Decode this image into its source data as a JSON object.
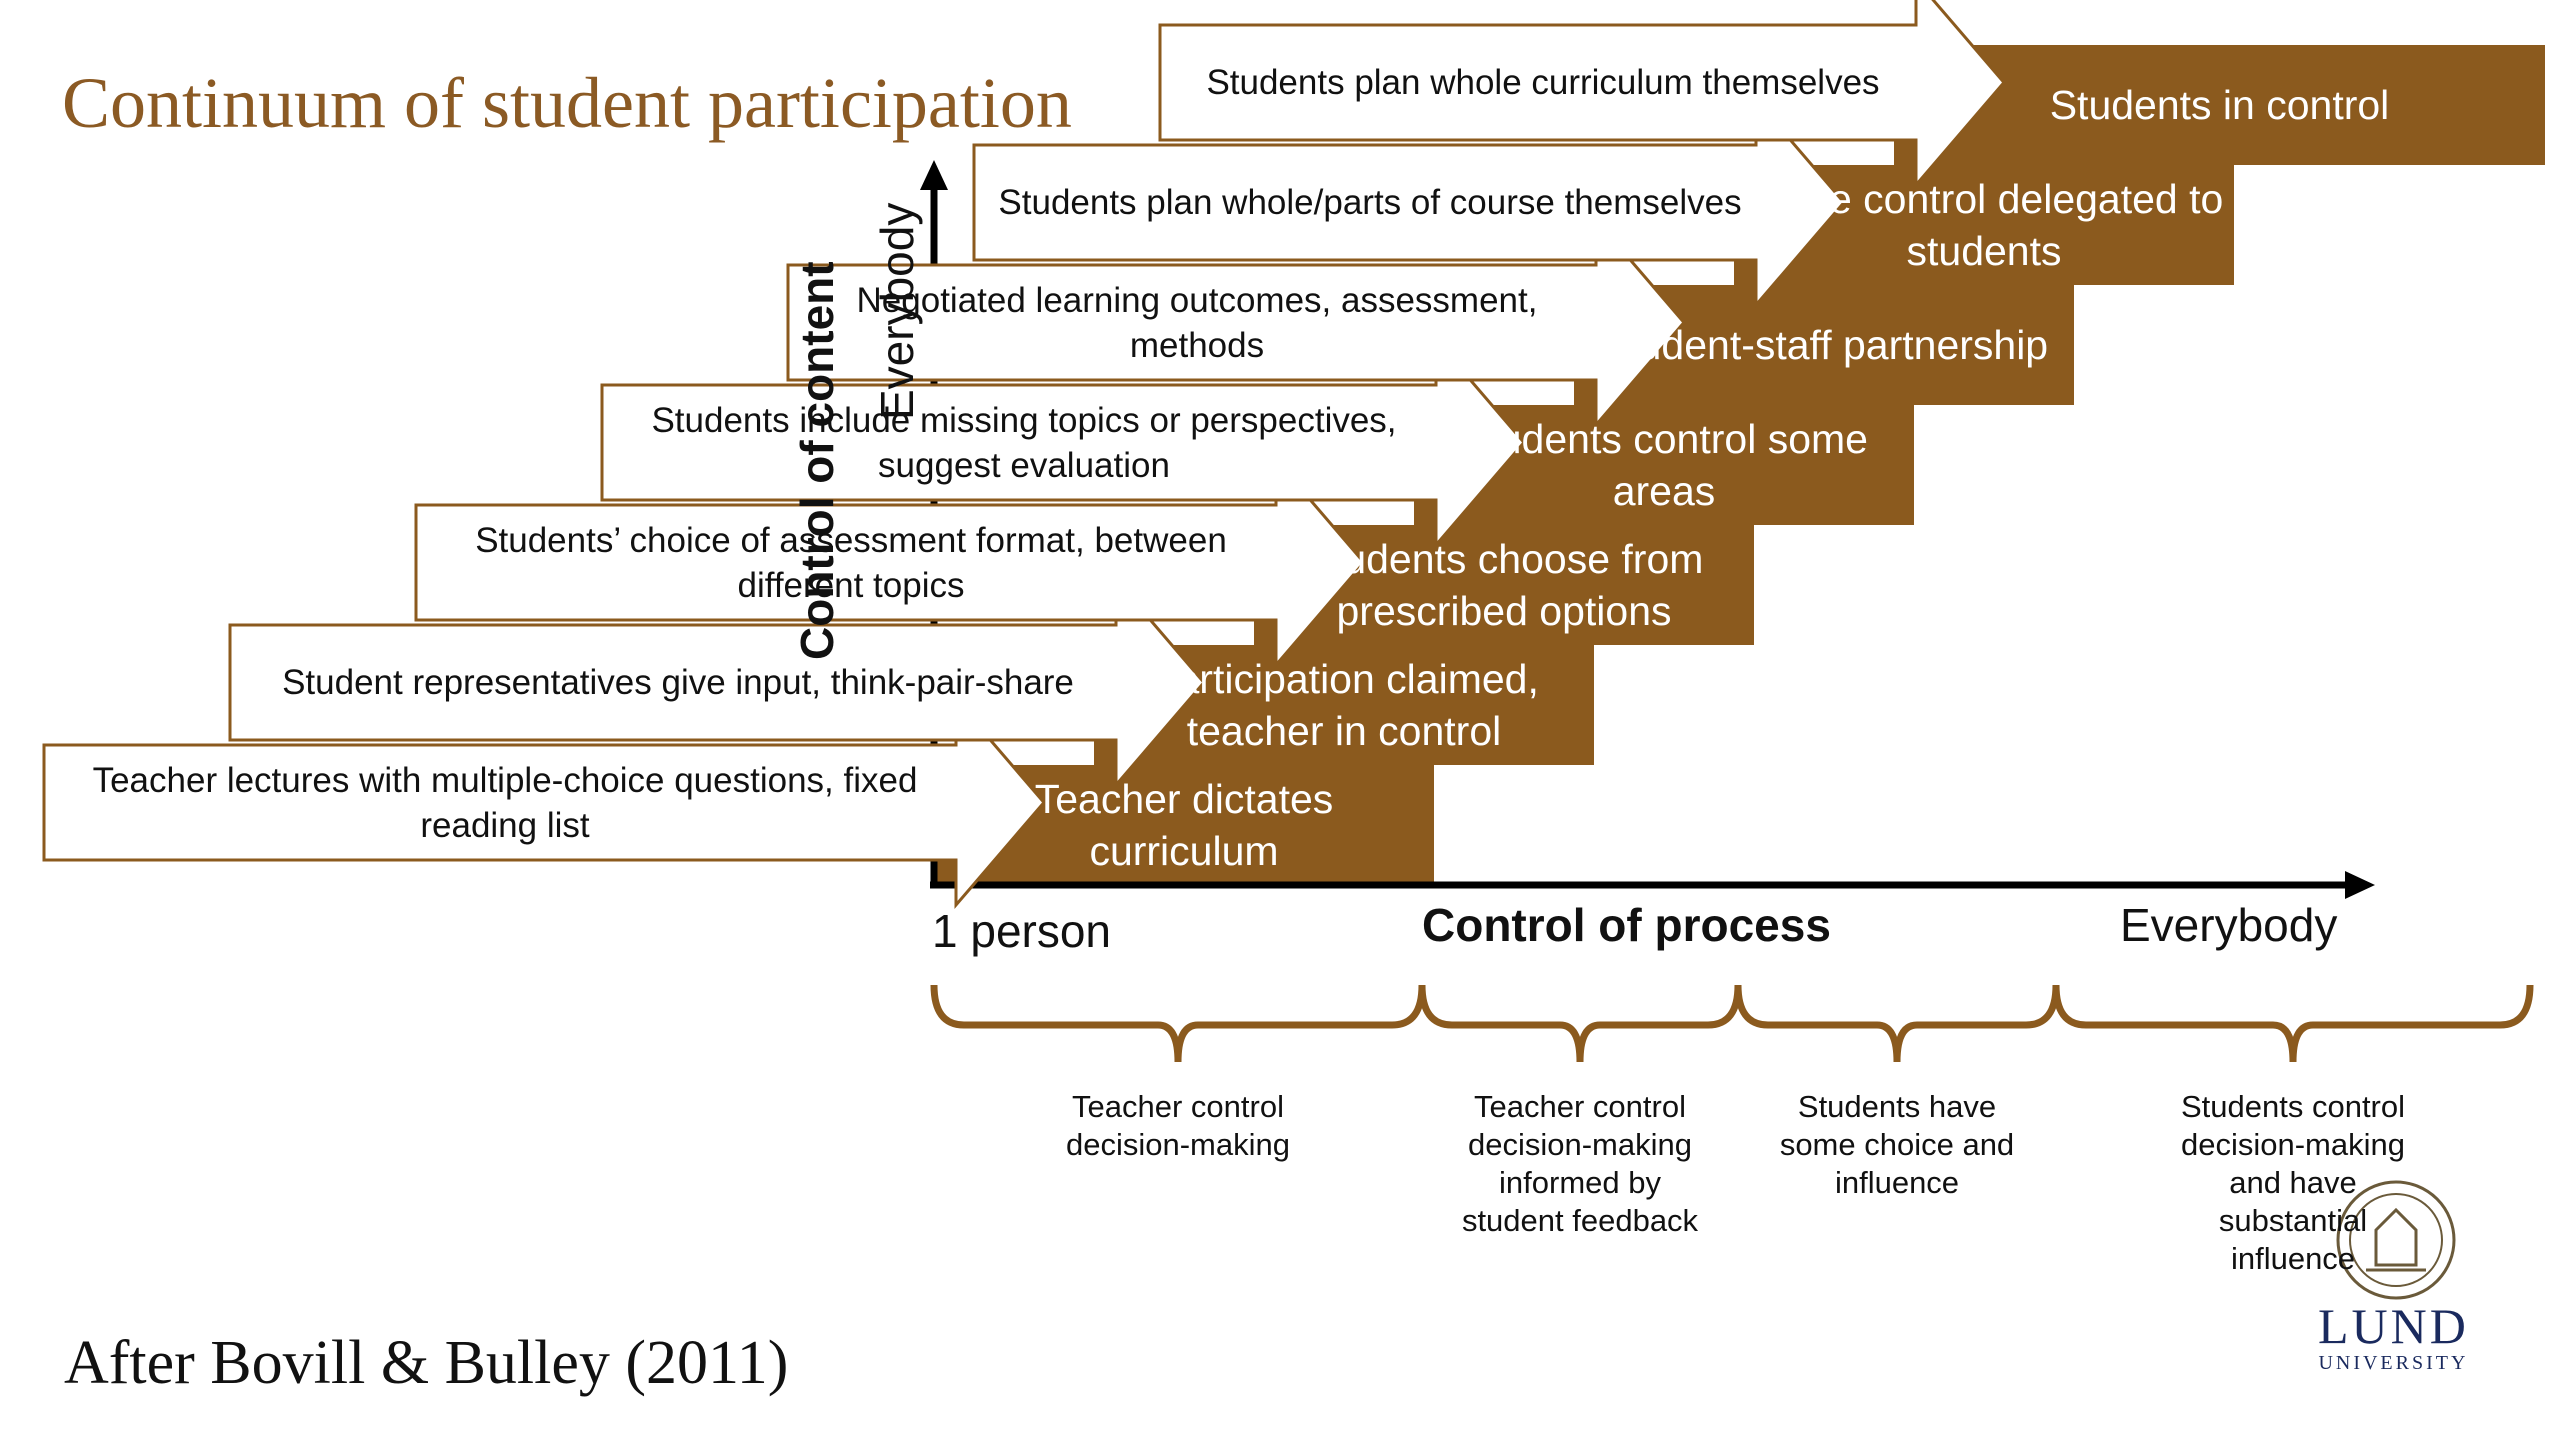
{
  "slide": {
    "title": "Continuum of student participation",
    "citation": "After Bovill & Bulley (2011)"
  },
  "axes": {
    "x_label": "Control of process",
    "x_min_label": "1 person",
    "x_max_label": "Everybody",
    "y_label": "Control of content",
    "y_max_label": "Everybody"
  },
  "steps": [
    {
      "label": "Teacher dictates curriculum",
      "arrow": "Teacher lectures with multiple-choice questions, fixed reading list"
    },
    {
      "label": "Participation claimed, teacher in control",
      "arrow": "Student representatives give input, think-pair-share"
    },
    {
      "label": "Students choose from prescribed options",
      "arrow": "Students’ choice of assessment format, between different topics"
    },
    {
      "label": "Students control some areas",
      "arrow": "Students include missing topics or perspectives, suggest evaluation"
    },
    {
      "label": "Student-staff partnership",
      "arrow": "Negotiated learning outcomes, assessment, methods"
    },
    {
      "label": "Some control delegated to students",
      "arrow": "Students plan whole/parts of course themselves"
    },
    {
      "label": "Students in control",
      "arrow": "Students plan whole curriculum themselves"
    }
  ],
  "braces": [
    {
      "label": "Teacher control decision-making"
    },
    {
      "label": "Teacher control decision-making informed by student feedback"
    },
    {
      "label": "Students have some choice and influence"
    },
    {
      "label": "Students control decision-making and have substantial influence"
    }
  ],
  "logo": {
    "name": "LUND",
    "sub": "UNIVERSITY",
    "seal_icon": "lund-university-seal-icon"
  },
  "colors": {
    "brown": "#8b5a1e",
    "title_brown": "#8b5a24",
    "text": "#111111",
    "lund_blue": "#1a2a5e"
  }
}
